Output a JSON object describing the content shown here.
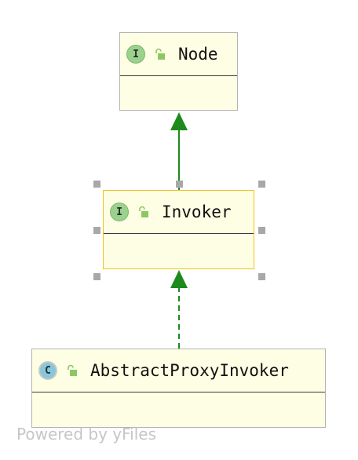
{
  "nodes": [
    {
      "id": "node",
      "kind": "interface",
      "badge": "I",
      "name": "Node",
      "access": "public"
    },
    {
      "id": "invoker",
      "kind": "interface",
      "badge": "I",
      "name": "Invoker",
      "access": "public",
      "selected": true
    },
    {
      "id": "abstract-proxy-invoker",
      "kind": "class",
      "badge": "C",
      "name": "AbstractProxyInvoker",
      "access": "public"
    }
  ],
  "edges": [
    {
      "from": "Invoker",
      "to": "Node",
      "type": "extends",
      "style": "solid"
    },
    {
      "from": "AbstractProxyInvoker",
      "to": "Invoker",
      "type": "implements",
      "style": "dashed"
    }
  ],
  "colors": {
    "node_fill": "#fefee4",
    "node_border": "#b4b4b4",
    "selected_border": "#f2c21b",
    "edge": "#1c8a1c",
    "interface_badge": "#9ad28d",
    "class_badge": "#87c7d9",
    "lock_icon": "#8cc763"
  },
  "watermark": "Powered by yFiles"
}
